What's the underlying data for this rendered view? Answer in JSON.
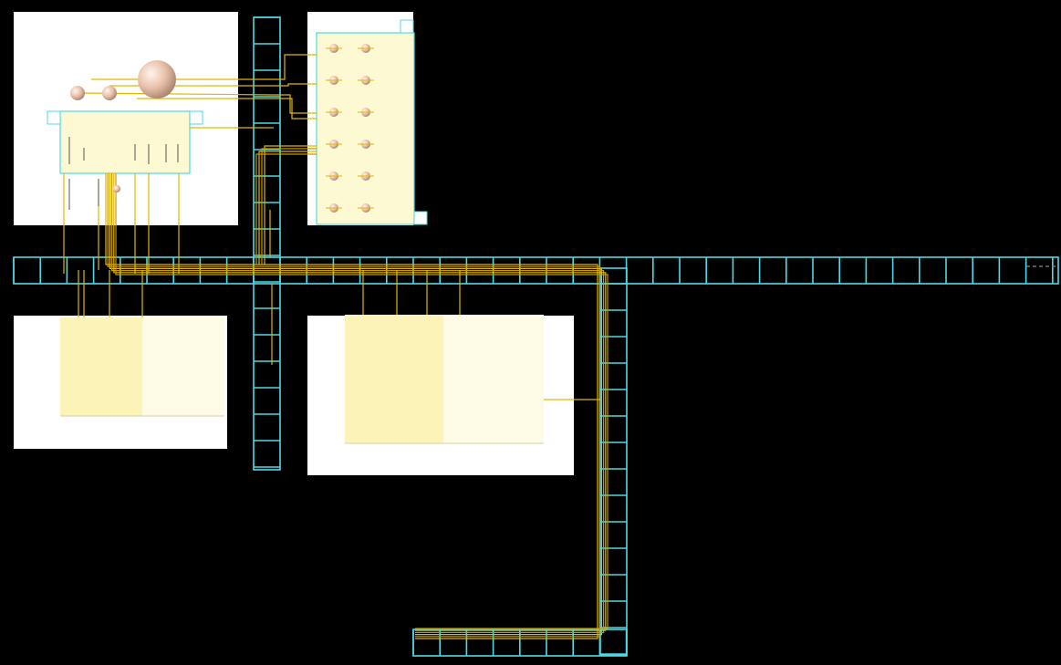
{
  "title": "",
  "colors": {
    "background": "#000000",
    "room": "#ffffff",
    "tray": "#4fd8e6",
    "cable": "#e0b800",
    "cable_dark": "#c99a00",
    "panel": "#fdf9d2",
    "panel_dark": "#fcf3b8",
    "panel_border": "#4fd8e6",
    "equipment": "#e8c0a8"
  },
  "rooms": [
    "room-top-left",
    "room-top-mid",
    "room-bottom-left",
    "room-bottom-mid"
  ],
  "trays": [
    "tray-vertical",
    "tray-horizontal",
    "tray-right-vertical",
    "tray-bottom"
  ],
  "panels": [
    "panel-control",
    "panel-terminal",
    "cabinet-left",
    "cabinet-right"
  ],
  "equipment_icons": [
    "sphere-tank-icon",
    "small-tank-icon",
    "valve-icon",
    "terminal-icon"
  ]
}
